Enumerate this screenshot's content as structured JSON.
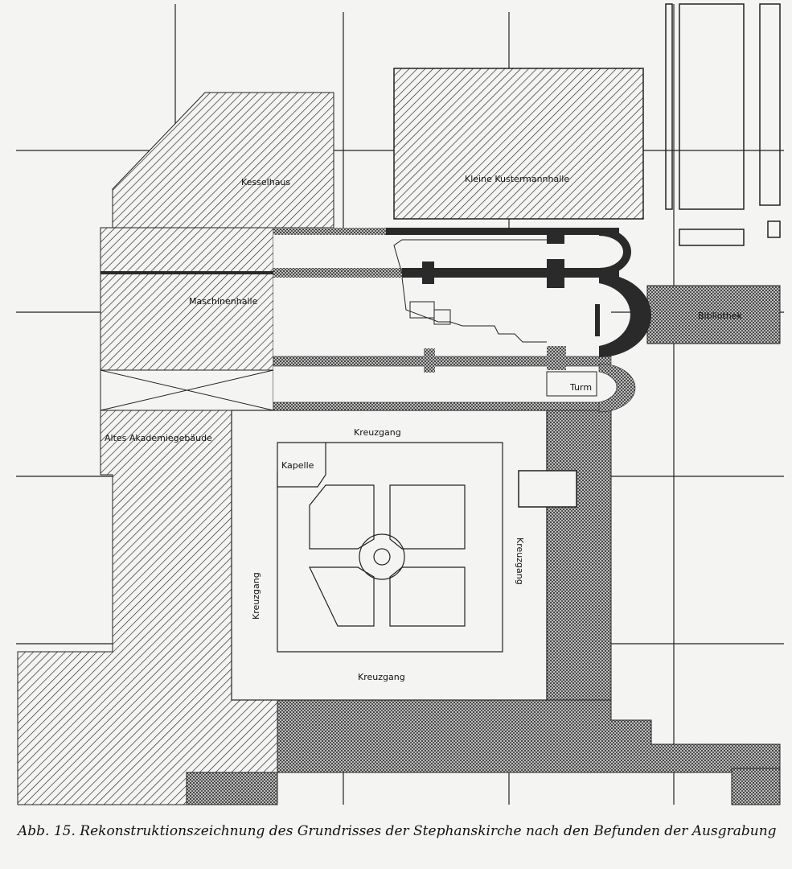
{
  "labels": {
    "kesselhaus": "Kesselhaus",
    "kustermannhalle": "Kleine Kustermannhalle",
    "maschinenhalle": "Maschinenhalle",
    "bibliothek": "Bibliothek",
    "turm": "Turm",
    "akademie": "Altes Akademiegebäude",
    "kreuzgang_north": "Kreuzgang",
    "kapelle": "Kapelle",
    "kreuzgang_east": "Kreuzgang",
    "kreuzgang_west": "Kreuzgang",
    "kreuzgang_south": "Kreuzgang"
  },
  "caption": "Abb. 15. Rekonstruktionszeichnung des Grundrisses der Stephanskirche nach den Befunden der Ausgrabung",
  "colors": {
    "ink": "#111111",
    "paper": "#f4f4f2",
    "wall": "#2a2a2a",
    "screen": "#8a8a8a"
  }
}
